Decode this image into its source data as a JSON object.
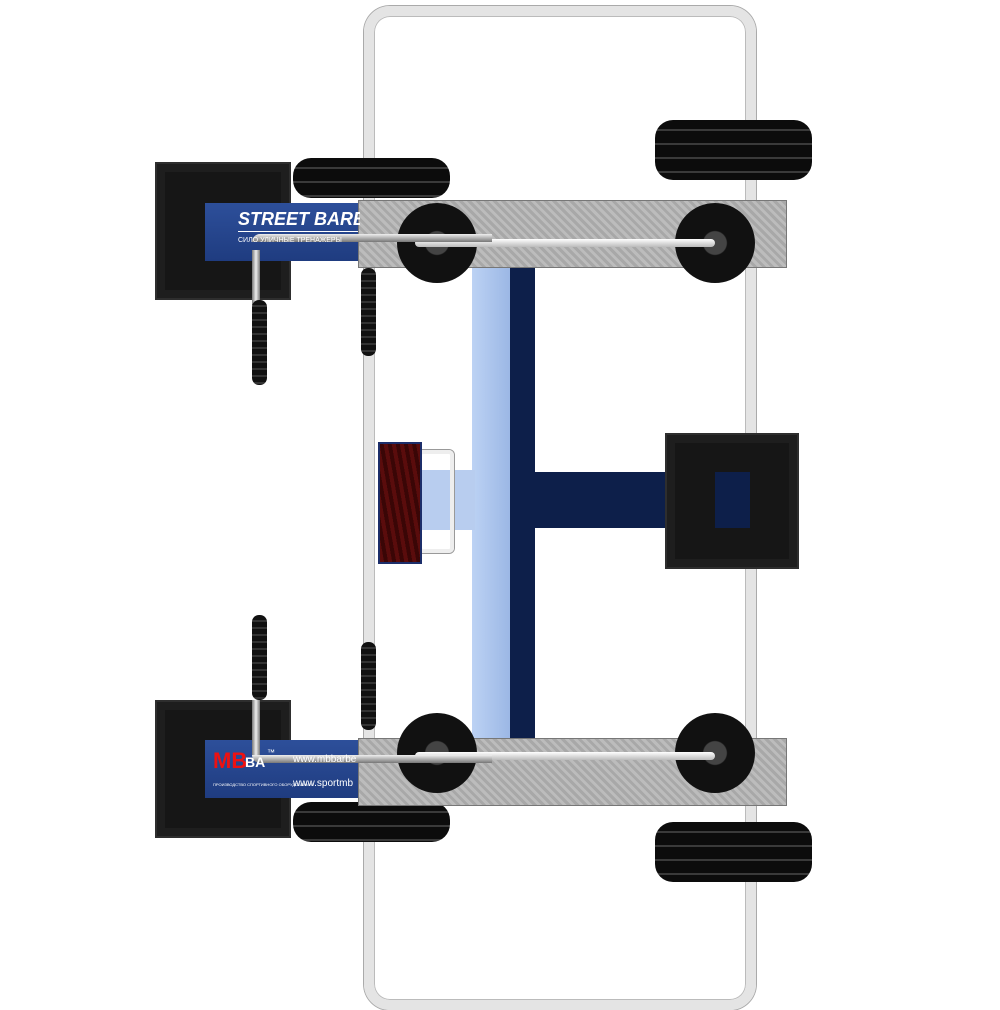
{
  "branding": {
    "top_banner": {
      "title": "STREET BARBELL",
      "subtitle": "СИЛО УЛИЧНЫЕ ТРЕНАЖЕРЫ"
    },
    "bottom_banner": {
      "logo_red": "MB",
      "logo_white": "BA",
      "trademark": "™",
      "url1": "www.mbbarbe",
      "tagline": "ПРОИЗВОДСТВО СПОРТИВНОГО ОБОРУДОВАНИЯ",
      "url2": "www.sportmb"
    }
  },
  "colors": {
    "navy": "#0d1f4a",
    "light_blue": "#a9c3ec",
    "banner_blue": "#2a4b94",
    "pad_black": "#161616"
  }
}
